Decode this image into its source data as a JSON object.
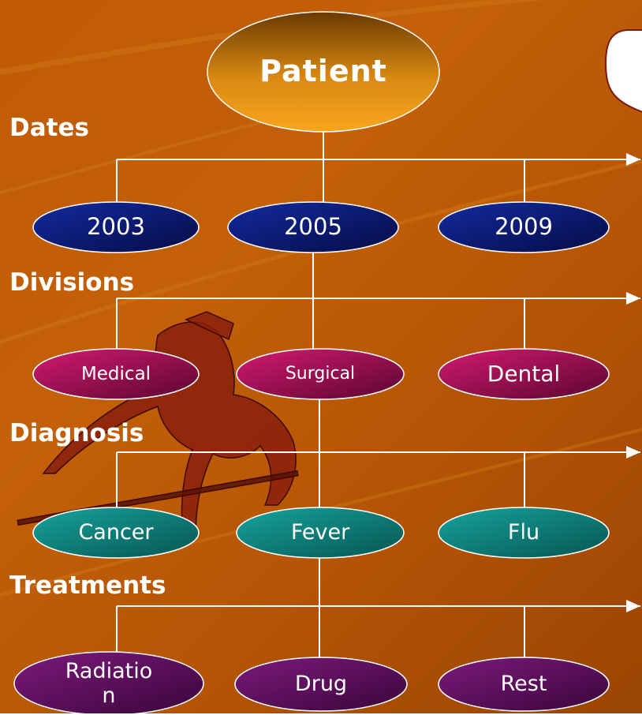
{
  "root": {
    "label": "Patient"
  },
  "levels": [
    {
      "label": "Dates",
      "nodes": [
        "2003",
        "2005",
        "2009"
      ]
    },
    {
      "label": "Divisions",
      "nodes": [
        "Medical",
        "Surgical",
        "Dental"
      ]
    },
    {
      "label": "Diagnosis",
      "nodes": [
        "Cancer",
        "Fever",
        "Flu"
      ]
    },
    {
      "label": "Treatments",
      "nodes": [
        "Radiatio\nn",
        "Drug",
        "Rest"
      ]
    }
  ],
  "colors": {
    "background": "#c25a06",
    "root_fill": "#f7a11a",
    "dates_fill": "#0b1a7a",
    "divisions_fill": "#b5135a",
    "diagnosis_fill": "#127f7b",
    "treatments_fill": "#5a0a5a",
    "connector": "#ffffff"
  }
}
